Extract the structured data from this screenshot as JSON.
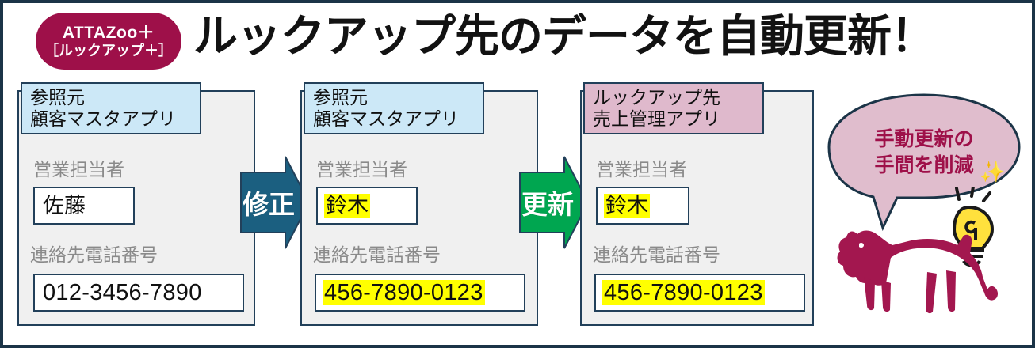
{
  "colors": {
    "frame_border": "#1b3447",
    "badge_bg": "#9e1049",
    "header_blue": "#cce8f7",
    "header_pink": "#dfb9cc",
    "card_bg": "#f0f0f0",
    "card_border": "#22405a",
    "label_gray": "#8a8a8a",
    "arrow_fix": "#1b5f80",
    "arrow_update": "#00a650",
    "highlight": "#ffff00",
    "bubble_fill": "#e0bdcd",
    "bubble_text": "#9e1049",
    "lion": "#a3174f",
    "bulb": "#ffe13d"
  },
  "badge": {
    "line1": "ATTAZoo＋",
    "line2": "［ルックアップ＋］"
  },
  "title": "ルックアップ先のデータを自動更新！",
  "labels": {
    "sales_rep": "営業担当者",
    "phone": "連絡先電話番号"
  },
  "cards": [
    {
      "header": "参照元\n顧客マスタアプリ",
      "header_style": "blue",
      "sales_rep_value": "佐藤",
      "sales_rep_highlight": false,
      "phone_value": "012-3456-7890",
      "phone_highlight": false
    },
    {
      "header": "参照元\n顧客マスタアプリ",
      "header_style": "blue",
      "sales_rep_value": "鈴木",
      "sales_rep_highlight": true,
      "phone_value": "456-7890-0123",
      "phone_highlight": true
    },
    {
      "header": "ルックアップ先\n売上管理アプリ",
      "header_style": "pink",
      "sales_rep_value": "鈴木",
      "sales_rep_highlight": true,
      "phone_value": "456-7890-0123",
      "phone_highlight": true
    }
  ],
  "arrows": [
    {
      "label": "修正",
      "color": "#1b5f80"
    },
    {
      "label": "更新",
      "color": "#00a650"
    }
  ],
  "bubble": {
    "text": "手動更新の\n手間を削減",
    "sparkle": "✨"
  },
  "icons": {
    "lion": "lion-icon",
    "bulb": "lightbulb-icon",
    "sparkle": "sparkle-icon"
  }
}
